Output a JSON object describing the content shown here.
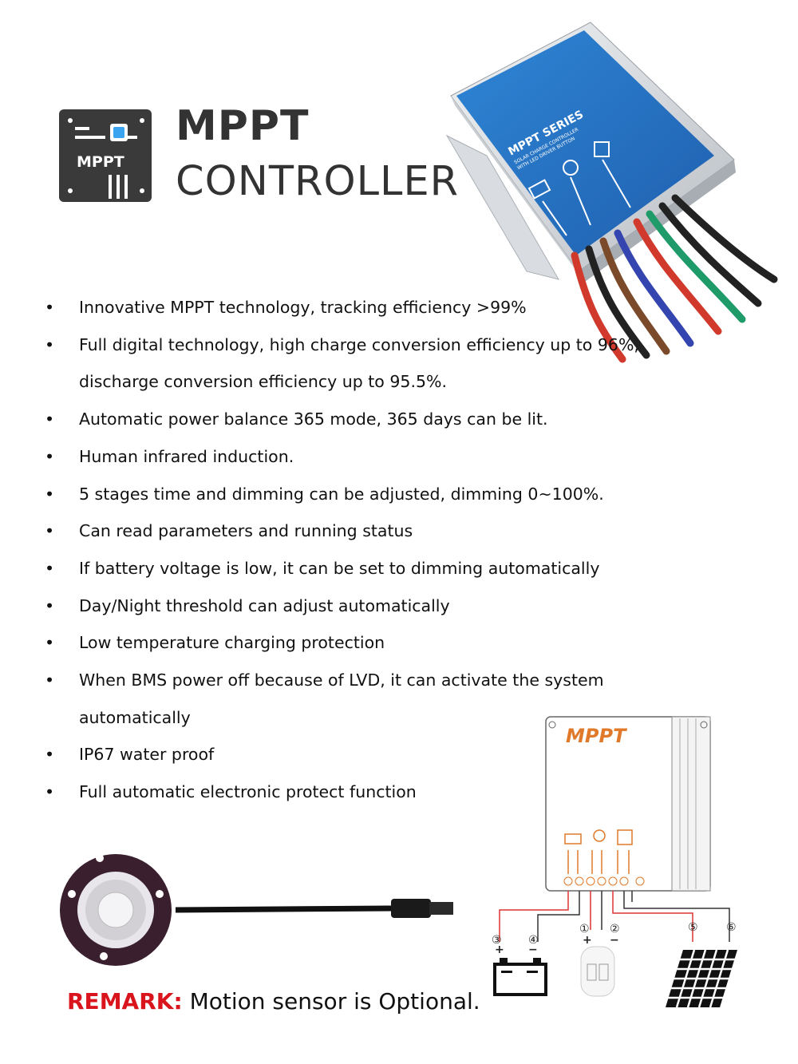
{
  "header": {
    "logo_label": "MPPT",
    "title_line1": "MPPT",
    "title_line2": "CONTROLLER"
  },
  "product_image": {
    "label_series": "MPPT SERIES",
    "label_sub1": "SOLAR CHARGE CONTROLLER",
    "label_sub2": "WITH LED DRIVER BUTTON"
  },
  "features": [
    "Innovative MPPT technology, tracking efficiency >99%",
    "Full digital technology, high charge conversion efficiency up to 96%,",
    "discharge conversion efficiency up to 95.5%.",
    "Automatic power balance 365 mode, 365 days can be lit.",
    "Human infrared induction.",
    "5 stages time and dimming can be adjusted, dimming 0~100%.",
    "Can read parameters and running status",
    "If battery voltage is low, it can be set to dimming automatically",
    "Day/Night threshold can adjust automatically",
    "Low temperature charging protection",
    "When BMS power off because of LVD, it can activate the system",
    "automatically",
    "IP67 water proof",
    "Full automatic electronic protect function"
  ],
  "feature_bullet": "•",
  "wiring_diagram": {
    "brand": "MPPT",
    "n1": "①",
    "n2": "②",
    "n3": "③",
    "n4": "④",
    "n5": "⑤",
    "n6": "⑥",
    "plus": "+",
    "minus": "−"
  },
  "remark": {
    "label": "REMARK:",
    "text": " Motion sensor is Optional."
  },
  "colors": {
    "remark_red": "#d9141d",
    "brand_orange": "#e07a2a",
    "panel_blue": "#2f86d6"
  }
}
